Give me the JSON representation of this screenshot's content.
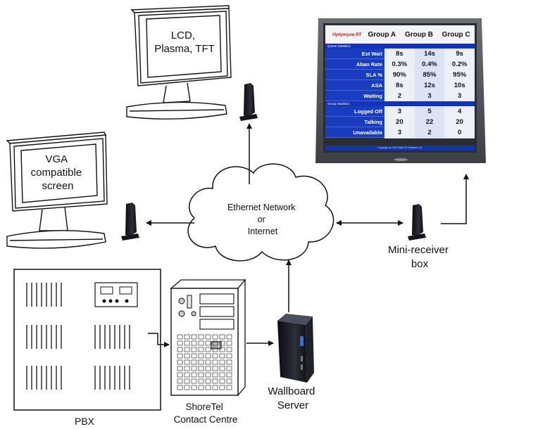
{
  "labels": {
    "lcd_screen": [
      "LCD,",
      "Plasma, TFT"
    ],
    "vga_screen": [
      "VGA",
      "compatible",
      "screen"
    ],
    "cloud": [
      "Ethernet Network",
      "or",
      "Internet"
    ],
    "mini_receiver": [
      "Mini-receiver",
      "box"
    ],
    "wallboard_server": [
      "Wallboard",
      "Server"
    ],
    "shoretel": [
      "ShoreTel",
      "Contact Centre"
    ],
    "pbx": "PBX"
  },
  "wallboard": {
    "logo": "Optymyze RT",
    "columns": [
      "Group A",
      "Group B",
      "Group C"
    ],
    "section1_title": "Queue Statistics",
    "section2_title": "Group Statistics",
    "rows1": [
      {
        "label": "Est Wait",
        "values": [
          "8s",
          "14s",
          "9s"
        ]
      },
      {
        "label": "Aban Rate",
        "values": [
          "0.3%",
          "0.4%",
          "0.2%"
        ]
      },
      {
        "label": "SLA %",
        "values": [
          "90%",
          "85%",
          "95%"
        ]
      },
      {
        "label": "ASA",
        "values": [
          "8s",
          "12s",
          "10s"
        ]
      },
      {
        "label": "Waiting",
        "values": [
          "2",
          "3",
          "3"
        ]
      }
    ],
    "rows2": [
      {
        "label": "Logged Off",
        "values": [
          "3",
          "5",
          "4"
        ]
      },
      {
        "label": "Talking",
        "values": [
          "20",
          "22",
          "20"
        ]
      },
      {
        "label": "Unavailable",
        "values": [
          "3",
          "2",
          "0"
        ]
      }
    ],
    "footer": "Copyright (c) 2007 Wall CS Software Ltd."
  },
  "colors": {
    "wallboard_blue": "#1a3cbf",
    "tv_frame": "#4a4d52",
    "line": "#111111"
  }
}
